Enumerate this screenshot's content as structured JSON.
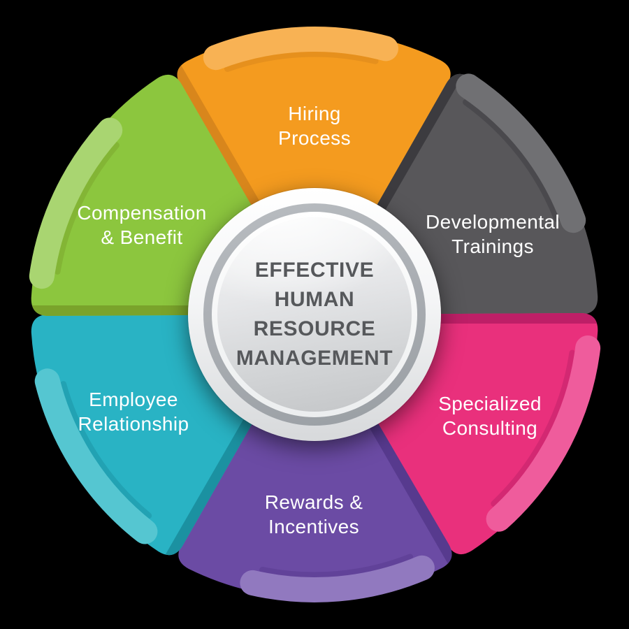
{
  "diagram": {
    "background_color": "#000000",
    "center": {
      "line1": "EFFECTIVE",
      "line2": "HUMAN",
      "line3": "RESOURCE",
      "line4": "MANAGEMENT",
      "text_color": "#56585b"
    },
    "segments": [
      {
        "id": "hiring-process",
        "line1": "Hiring",
        "line2": "Process",
        "color": "#F49B1F",
        "highlight": "#F8B254",
        "shadow": "#D8861C",
        "start": -120,
        "end": -60,
        "swoosh_start": -111,
        "swoosh_end": -75
      },
      {
        "id": "developmental-trainings",
        "line1": "Developmental",
        "line2": "Trainings",
        "color": "#58575A",
        "highlight": "#707073",
        "shadow": "#3C3B3F",
        "start": -60,
        "end": 0,
        "swoosh_start": -56,
        "swoosh_end": -20
      },
      {
        "id": "specialized-consulting",
        "line1": "Specialized",
        "line2": "Consulting",
        "color": "#E9307C",
        "highlight": "#EF5C9C",
        "shadow": "#BE1F67",
        "start": 0,
        "end": 60,
        "swoosh_start": 7,
        "swoosh_end": 48
      },
      {
        "id": "rewards-incentives",
        "line1": "Rewards &",
        "line2": "Incentives",
        "color": "#6B4BA4",
        "highlight": "#9179BF",
        "shadow": "#573A8E",
        "start": 60,
        "end": 120,
        "swoosh_start": 67,
        "swoosh_end": 103
      },
      {
        "id": "employee-relationship",
        "line1": "Employee",
        "line2": "Relationship",
        "color": "#29B3C4",
        "highlight": "#55C6D1",
        "shadow": "#1B91A1",
        "start": 120,
        "end": 180,
        "swoosh_start": 128,
        "swoosh_end": 166
      },
      {
        "id": "compensation-benefit",
        "line1": "Compensation",
        "line2": "& Benefit",
        "color": "#8CC63E",
        "highlight": "#A9D571",
        "shadow": "#7AA32B",
        "start": 180,
        "end": 240,
        "swoosh_start": 188,
        "swoosh_end": 222
      }
    ]
  }
}
